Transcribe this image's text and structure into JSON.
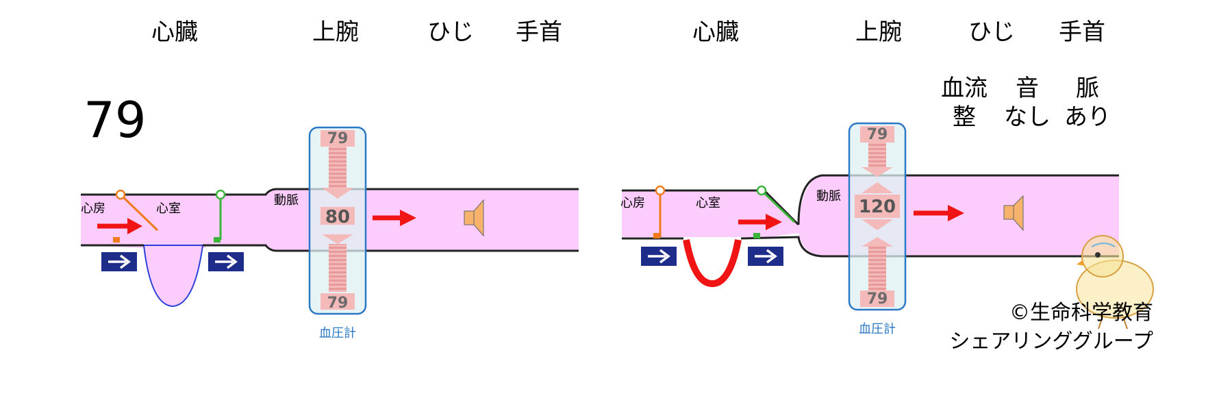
{
  "colors": {
    "vessel": "#fccdfc",
    "outline": "#222222",
    "arrow": "#f01414",
    "valve_orange": "#f07a1e",
    "valve_green": "#3cb43c",
    "gauge_box": "#2a78c6",
    "gauge_fill": "#dff0f2",
    "navy": "#1f2d8a",
    "ventricle_blue": "#2a3fd8",
    "speaker": "#f7b36b"
  },
  "left": {
    "headers": [
      "心臓",
      "上腕",
      "ひじ",
      "手首"
    ],
    "reading": "79",
    "atrium_label": "心房",
    "ventricle_label": "心室",
    "artery_label": "動脈",
    "gauge_top": "79",
    "gauge_mid": "80",
    "gauge_bottom": "79",
    "gauge_caption": "血圧計",
    "forward_icon": "right-arrow-icon",
    "speaker_icon": "speaker-icon"
  },
  "right": {
    "headers": [
      "心臓",
      "上腕",
      "ひじ",
      "手首"
    ],
    "status_row1": [
      "血流",
      "音",
      "脈"
    ],
    "status_row2": [
      "整",
      "なし",
      "あり"
    ],
    "atrium_label": "心房",
    "ventricle_label": "心室",
    "artery_label": "動脈",
    "gauge_top": "79",
    "gauge_mid": "120",
    "gauge_bottom": "79",
    "gauge_caption": "血圧計",
    "forward_icon": "right-arrow-icon",
    "speaker_icon": "speaker-icon"
  },
  "copyright": {
    "line1": "©生命科学教育",
    "line2": "シェアリンググループ"
  },
  "mascot_icon": "chick-icon"
}
